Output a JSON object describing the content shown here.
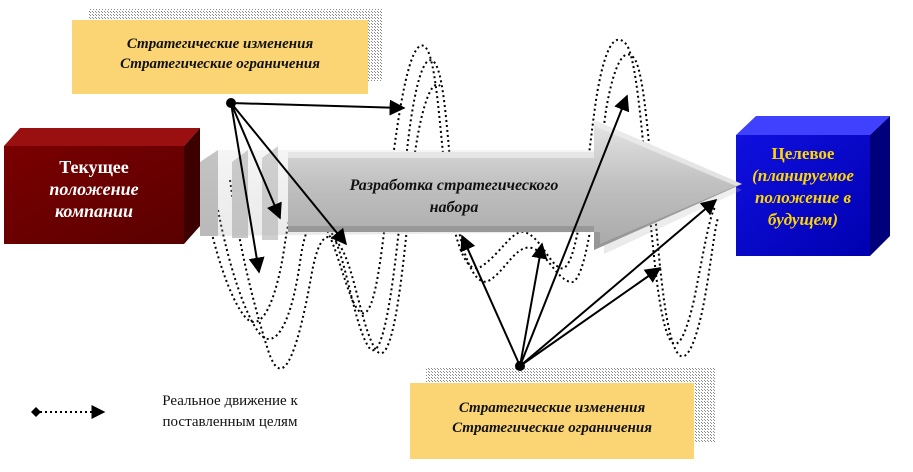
{
  "top_box": {
    "line1": "Стратегические изменения",
    "line2": "Стратегические ограничения"
  },
  "bottom_box": {
    "line1": "Стратегические изменения",
    "line2": "Стратегические ограничения"
  },
  "current": {
    "line1": "Текущее",
    "line2": "положение",
    "line3": "компании"
  },
  "target": {
    "line1": "Целевое",
    "line2": "(планируемое",
    "line3": "положение в",
    "line4": "будущем)"
  },
  "arrow": {
    "line1": "Разработка стратегического",
    "line2": "набора"
  },
  "legend": {
    "line1": "Реальное движение к",
    "line2": "поставленным целям"
  },
  "colors": {
    "current_box": "#6e0000",
    "current_text": "#ffffff",
    "target_box": "#0b0bd0",
    "target_text": "#ffd700",
    "label_box": "#fbd574",
    "arrow": "#c4c4c4"
  }
}
